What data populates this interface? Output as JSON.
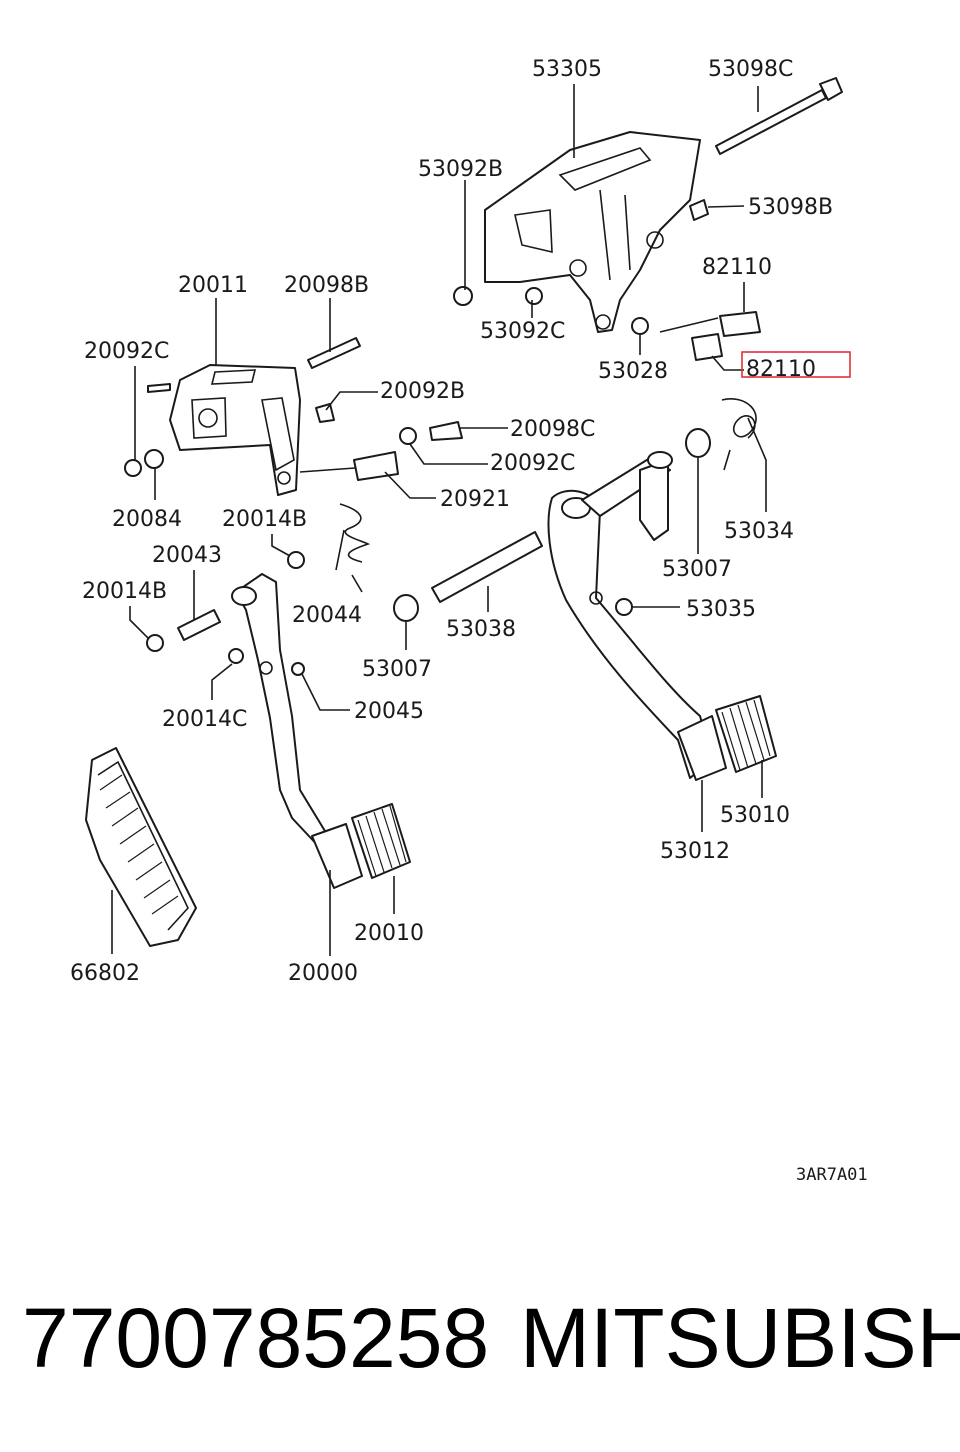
{
  "callouts": {
    "c53305": "53305",
    "c53098C": "53098C",
    "c53092B": "53092B",
    "c53098B": "53098B",
    "c82110a": "82110",
    "c20011": "20011",
    "c20098B": "20098B",
    "c53092C": "53092C",
    "c20092Ca": "20092C",
    "c53028": "53028",
    "c82110b": "82110",
    "c20092B": "20092B",
    "c20098C": "20098C",
    "c20092Cb": "20092C",
    "c20921": "20921",
    "c20084": "20084",
    "c20014Ba": "20014B",
    "c53034": "53034",
    "c20043": "20043",
    "c53007a": "53007",
    "c20014Bb": "20014B",
    "c20044": "20044",
    "c53035": "53035",
    "c53038": "53038",
    "c53007b": "53007",
    "c20045": "20045",
    "c20014C": "20014C",
    "c53010": "53010",
    "c53012": "53012",
    "c20010": "20010",
    "c66802": "66802",
    "c20000": "20000"
  },
  "highlight_color": "#e0303a",
  "diagram_code": "3AR7A01",
  "footer": {
    "part_number": "7700785258",
    "brand": "MITSUBISHI"
  }
}
